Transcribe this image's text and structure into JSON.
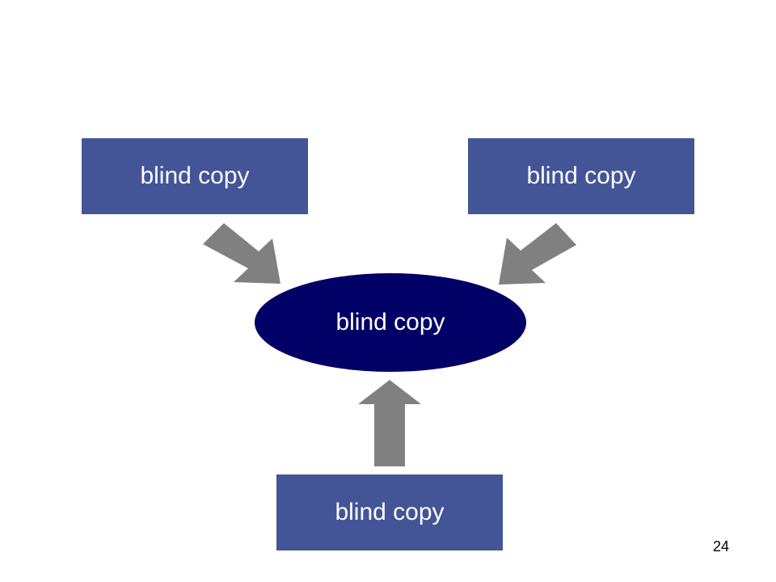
{
  "colors": {
    "box_fill": "#435597",
    "ellipse_fill": "#000066",
    "arrow_fill": "#808080",
    "text": "#ffffff"
  },
  "diagram": {
    "top_left_box": {
      "label": "blind copy"
    },
    "top_right_box": {
      "label": "blind copy"
    },
    "bottom_box": {
      "label": "blind copy"
    },
    "center_ellipse": {
      "label": "blind copy"
    },
    "arrows": [
      {
        "from": "top_left_box",
        "to": "center_ellipse",
        "icon": "arrow-down-right-icon"
      },
      {
        "from": "top_right_box",
        "to": "center_ellipse",
        "icon": "arrow-down-left-icon"
      },
      {
        "from": "bottom_box",
        "to": "center_ellipse",
        "icon": "arrow-up-icon"
      }
    ]
  },
  "footer": {
    "page_number": "24"
  }
}
